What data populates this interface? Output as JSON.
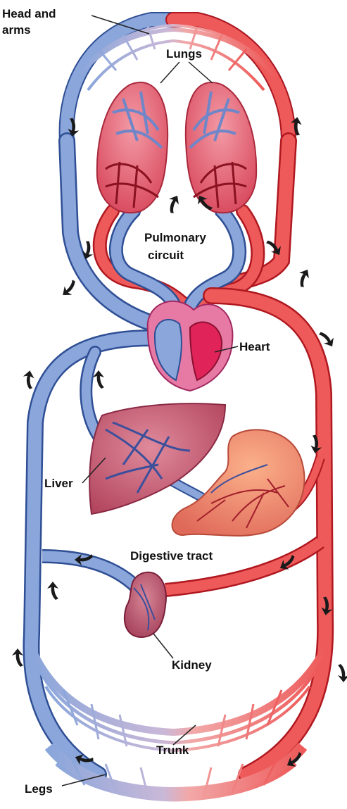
{
  "labels": {
    "head_and_arms_line1": "Head and",
    "head_and_arms_line2": "arms",
    "lungs": "Lungs",
    "pulmonary_line1": "Pulmonary",
    "pulmonary_line2": "circuit",
    "heart": "Heart",
    "liver": "Liver",
    "digestive_tract": "Digestive tract",
    "kidney": "Kidney",
    "trunk": "Trunk",
    "legs": "Legs"
  },
  "colors": {
    "oxygen_poor_vessel": "#8aa6db",
    "oxygen_poor_outline": "#2f4f95",
    "oxygen_rich_vessel": "#ee5a5a",
    "oxygen_rich_outline": "#b01820",
    "organ_fill": "#d9687e",
    "heart_fill": "#e77aa4",
    "arrow": "#1a1a1a",
    "label_line": "#222222"
  },
  "icons": {
    "flow_direction": "curved-arrow-icon"
  }
}
